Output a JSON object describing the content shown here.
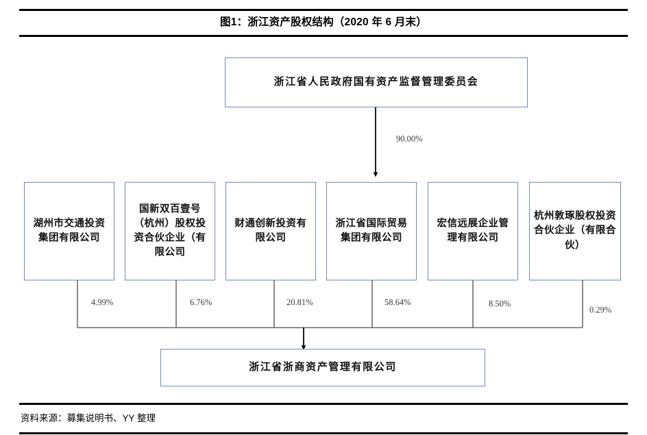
{
  "header": {
    "title": "图1：浙江资产股权结构（2020 年 6 月末）"
  },
  "footer": {
    "source_note": "资料来源：募集说明书、YY 整理"
  },
  "colors": {
    "box_border": "#7089b8",
    "rule": "#000000",
    "connector": "#3b3b3b",
    "arrow": "#000000",
    "text": "#111111",
    "pct_text": "#3b3b3b"
  },
  "chart_data": {
    "type": "diagram",
    "diagram_kind": "ownership-structure-tree",
    "title": "图1：浙江资产股权结构（2020 年 6 月末）",
    "nodes": {
      "controller": {
        "id": "sasac",
        "label": "浙江省人民政府国有资产监督管理委员会"
      },
      "shareholders": [
        {
          "id": "huzhou",
          "label": "湖州市交通投资集团有限公司",
          "stake": "4.99%"
        },
        {
          "id": "guoxin",
          "label": "国新双百壹号（杭州）股权投资合伙企业（有限公司",
          "stake": "6.76%"
        },
        {
          "id": "caitong",
          "label": "财通创新投资有限公司",
          "stake": "20.81%"
        },
        {
          "id": "trade",
          "label": "浙江省国际贸易集团有限公司",
          "stake": "58.64%"
        },
        {
          "id": "hongxin",
          "label": "宏信远展企业管理有限公司",
          "stake": "8.50%"
        },
        {
          "id": "dunzhuo",
          "label": "杭州敦琢股权投资合伙企业（有限合伙）",
          "stake": "0.29%"
        }
      ],
      "target": {
        "id": "zheshang",
        "label": "浙江省浙商资产管理有限公司"
      }
    },
    "edges": [
      {
        "from": "sasac",
        "to": "trade",
        "label": "90.00%"
      },
      {
        "from": "huzhou",
        "to": "zheshang",
        "label": "4.99%"
      },
      {
        "from": "guoxin",
        "to": "zheshang",
        "label": "6.76%"
      },
      {
        "from": "caitong",
        "to": "zheshang",
        "label": "20.81%"
      },
      {
        "from": "trade",
        "to": "zheshang",
        "label": "58.64%"
      },
      {
        "from": "hongxin",
        "to": "zheshang",
        "label": "8.50%"
      },
      {
        "from": "dunzhuo",
        "to": "zheshang",
        "label": "0.29%"
      }
    ]
  }
}
